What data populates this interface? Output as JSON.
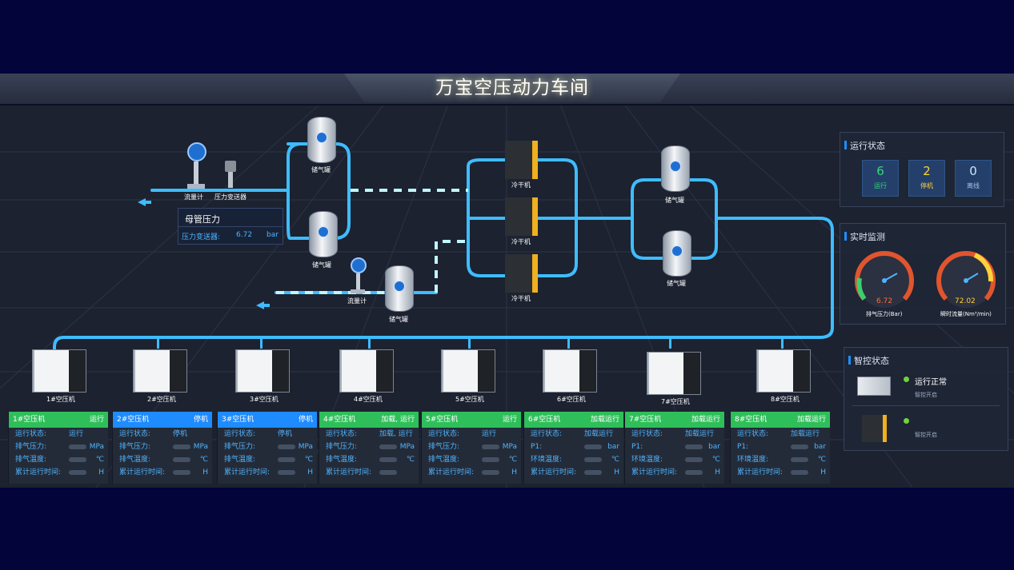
{
  "header": {
    "title": "万宝空压动力车间"
  },
  "pipe_labels": {
    "flowmeter": "流量计",
    "pressure_transmitter": "压力变送器",
    "tank": "储气罐",
    "dryer": "冷干机"
  },
  "main_pressure": {
    "title": "母管压力",
    "label": "压力变送器:",
    "value": "6.72",
    "unit": "bar"
  },
  "run_status": {
    "title": "运行状态",
    "items": [
      {
        "value": "6",
        "label": "运行",
        "color": "#37d67a"
      },
      {
        "value": "2",
        "label": "停机",
        "color": "#ffd23a"
      },
      {
        "value": "0",
        "label": "离线",
        "color": "#cfe3ff"
      }
    ]
  },
  "realtime": {
    "title": "实时监测",
    "gauges": [
      {
        "value": "6.72",
        "label": "排气压力(Bar)",
        "color": "#ff6a3a"
      },
      {
        "value": "72.02",
        "label": "瞬时流量(Nm³/min)",
        "color": "#ffd23a"
      }
    ]
  },
  "smart": {
    "title": "智控状态",
    "items": [
      {
        "status": "运行正常",
        "sub": "智控开启"
      },
      {
        "status": "",
        "sub": "智控开启"
      }
    ]
  },
  "compressors": [
    {
      "name": "1#空压机",
      "state": "运行",
      "hd": "#2fbf5a",
      "rows": [
        [
          "运行状态:",
          "运行",
          ""
        ],
        [
          "排气压力:",
          "",
          "MPa"
        ],
        [
          "排气温度:",
          "",
          "℃"
        ],
        [
          "累计运行时间:",
          "",
          "H"
        ]
      ]
    },
    {
      "name": "2#空压机",
      "state": "停机",
      "hd": "#1e8bff",
      "rows": [
        [
          "运行状态:",
          "停机",
          ""
        ],
        [
          "排气压力:",
          "",
          "MPa"
        ],
        [
          "排气温度:",
          "",
          "℃"
        ],
        [
          "累计运行时间:",
          "",
          "H"
        ]
      ]
    },
    {
      "name": "3#空压机",
      "state": "停机",
      "hd": "#1e8bff",
      "rows": [
        [
          "运行状态:",
          "停机",
          ""
        ],
        [
          "排气压力:",
          "",
          "MPa"
        ],
        [
          "排气温度:",
          "",
          "℃"
        ],
        [
          "累计运行时间:",
          "",
          "H"
        ]
      ]
    },
    {
      "name": "4#空压机",
      "state": "加载, 运行",
      "hd": "#2fbf5a",
      "rows": [
        [
          "运行状态:",
          "加载, 运行",
          ""
        ],
        [
          "排气压力:",
          "",
          "MPa"
        ],
        [
          "排气温度:",
          "",
          "℃"
        ],
        [
          "累计运行时间:",
          "",
          ""
        ]
      ]
    },
    {
      "name": "5#空压机",
      "state": "运行",
      "hd": "#2fbf5a",
      "rows": [
        [
          "运行状态:",
          "运行",
          ""
        ],
        [
          "排气压力:",
          "",
          "MPa"
        ],
        [
          "排气温度:",
          "",
          "℃"
        ],
        [
          "累计运行时间:",
          "",
          "H"
        ]
      ]
    },
    {
      "name": "6#空压机",
      "state": "加载运行",
      "hd": "#2fbf5a",
      "rows": [
        [
          "运行状态:",
          "加载运行",
          ""
        ],
        [
          "P1:",
          "",
          "bar"
        ],
        [
          "环境温度:",
          "",
          "℃"
        ],
        [
          "累计运行时间:",
          "",
          "H"
        ]
      ]
    },
    {
      "name": "7#空压机",
      "state": "加载运行",
      "hd": "#2fbf5a",
      "rows": [
        [
          "运行状态:",
          "加载运行",
          ""
        ],
        [
          "P1:",
          "",
          "bar"
        ],
        [
          "环境温度:",
          "",
          "℃"
        ],
        [
          "累计运行时间:",
          "",
          "H"
        ]
      ]
    },
    {
      "name": "8#空压机",
      "state": "加载运行",
      "hd": "#2fbf5a",
      "rows": [
        [
          "运行状态:",
          "加载运行",
          ""
        ],
        [
          "P1:",
          "",
          "bar"
        ],
        [
          "环境温度:",
          "",
          "℃"
        ],
        [
          "累计运行时间:",
          "",
          "H"
        ]
      ]
    }
  ]
}
